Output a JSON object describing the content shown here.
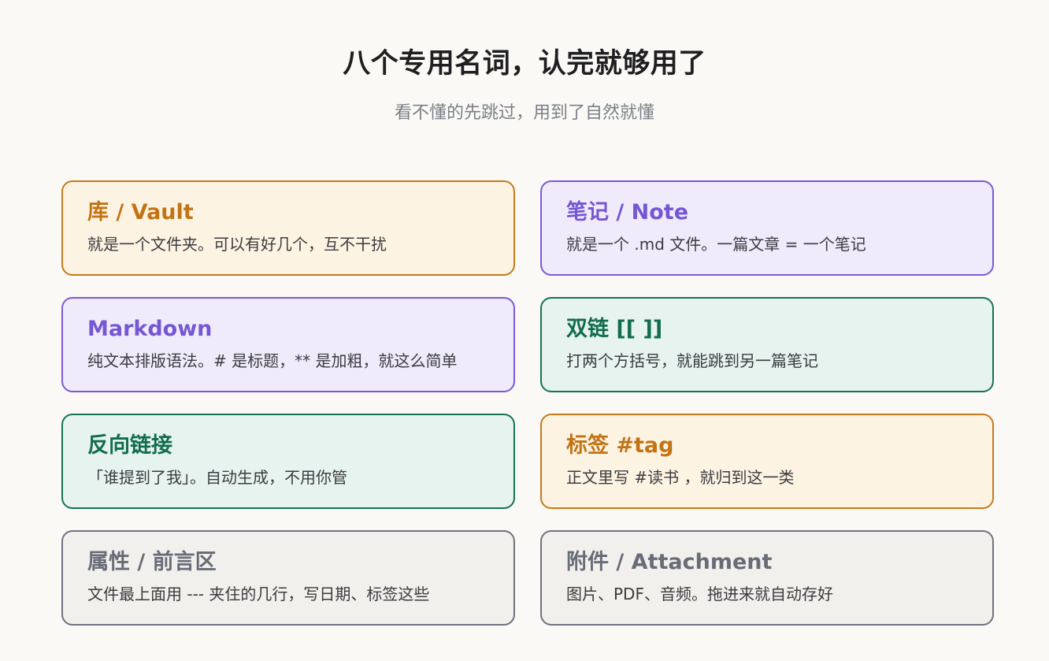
{
  "header": {
    "title": "八个专用名词，认完就够用了",
    "subtitle": "看不懂的先跳过，用到了自然就懂"
  },
  "colors": {
    "orange": "#c57a1a",
    "purple": "#7c5ad6",
    "green": "#167356",
    "gray": "#6f7381"
  },
  "cards": [
    {
      "title": "库 / Vault",
      "desc": "就是一个文件夹。可以有好几个，互不干扰",
      "theme": "orange"
    },
    {
      "title": "笔记 / Note",
      "desc": "就是一个 .md 文件。一篇文章 = 一个笔记",
      "theme": "purple"
    },
    {
      "title": "Markdown",
      "desc": "纯文本排版语法。# 是标题，** 是加粗，就这么简单",
      "theme": "purple"
    },
    {
      "title": "双链 [[ ]]",
      "desc": "打两个方括号，就能跳到另一篇笔记",
      "theme": "green"
    },
    {
      "title": "反向链接",
      "desc": "「谁提到了我」。自动生成，不用你管",
      "theme": "green"
    },
    {
      "title": "标签 #tag",
      "desc": "正文里写 #读书 ，就归到这一类",
      "theme": "orange"
    },
    {
      "title": "属性 / 前言区",
      "desc": "文件最上面用 --- 夹住的几行，写日期、标签这些",
      "theme": "gray"
    },
    {
      "title": "附件 / Attachment",
      "desc": "图片、PDF、音频。拖进来就自动存好",
      "theme": "gray"
    }
  ]
}
